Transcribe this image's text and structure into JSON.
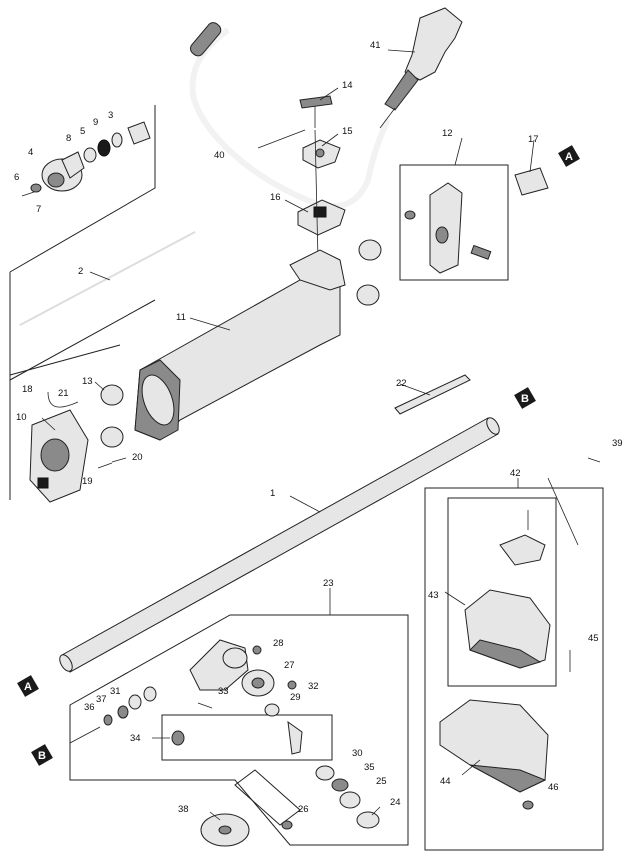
{
  "callouts": {
    "c1": "1",
    "c2": "2",
    "c3": "3",
    "c4": "4",
    "c5": "5",
    "c6": "6",
    "c7": "7",
    "c8": "8",
    "c9": "9",
    "c10": "10",
    "c11": "11",
    "c12": "12",
    "c13": "13",
    "c14": "14",
    "c15": "15",
    "c16": "16",
    "c17": "17",
    "c18": "18",
    "c19": "19",
    "c20": "20",
    "c21": "21",
    "c22": "22",
    "c23": "23",
    "c24": "24",
    "c25": "25",
    "c26": "26",
    "c27": "27",
    "c28": "28",
    "c29": "29",
    "c30": "30",
    "c31": "31",
    "c32": "32",
    "c33": "33",
    "c34": "34",
    "c35": "35",
    "c36": "36",
    "c37": "37",
    "c38": "38",
    "c39": "39",
    "c40": "40",
    "c41": "41",
    "c42": "42",
    "c43": "43",
    "c44": "44",
    "c45": "45",
    "c46": "46"
  },
  "refs": {
    "a_top": "A",
    "a_bottom": "A",
    "b_top": "B",
    "b_bottom": "B"
  }
}
